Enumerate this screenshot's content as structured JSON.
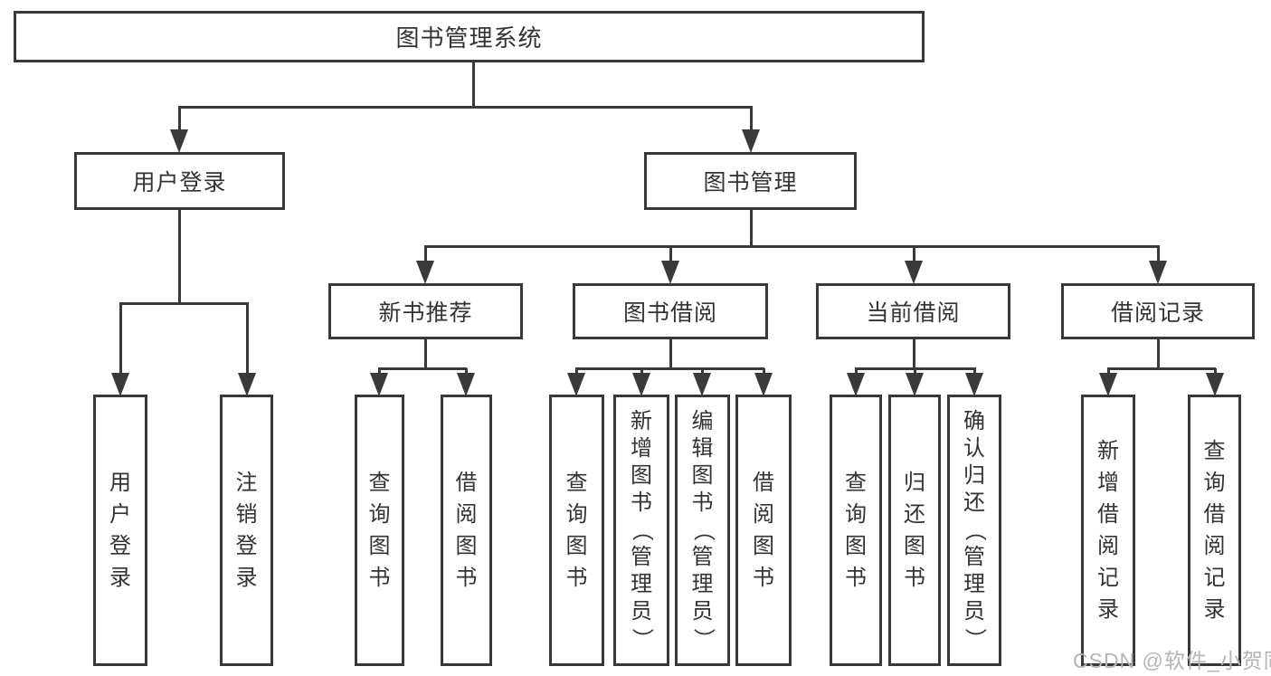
{
  "diagram": {
    "title": "图书管理系统",
    "root_label": "图书管理系统",
    "level1": {
      "user_login": "用户登录",
      "book_management": "图书管理"
    },
    "level2": {
      "new_book_recommend": "新书推荐",
      "book_borrow": "图书借阅",
      "current_borrow": "当前借阅",
      "borrow_records": "借阅记录"
    },
    "leaves": {
      "user_login": "用户登录",
      "logout": "注销登录",
      "recommend_query": "查询图书",
      "recommend_borrow": "借阅图书",
      "borrow_query": "查询图书",
      "borrow_add": "新增图书（管理员）",
      "borrow_edit": "编辑图书（管理员）",
      "borrow_borrow": "借阅图书",
      "current_query": "查询图书",
      "current_return": "归还图书",
      "current_confirm": "确认归还（管理员）",
      "records_add": "新增借阅记录",
      "records_query": "查询借阅记录"
    },
    "watermark": "CSDN @软件_小贺同学",
    "colors": {
      "line": "#3a3a3a",
      "text": "#333333",
      "watermark": "#b5b5b5"
    }
  }
}
